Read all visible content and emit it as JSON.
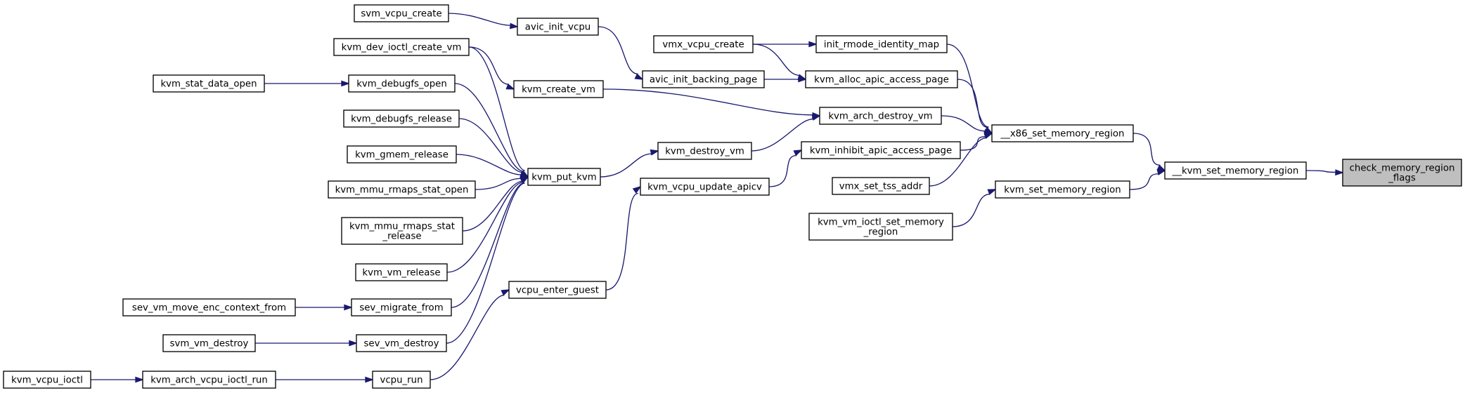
{
  "nodes": [
    {
      "id": "n0",
      "label": [
        "check_memory_region",
        "_flags"
      ],
      "root": true
    },
    {
      "id": "n1",
      "label": [
        "__kvm_set_memory_region"
      ]
    },
    {
      "id": "n2",
      "label": [
        "__x86_set_memory_region"
      ]
    },
    {
      "id": "n3",
      "label": [
        "kvm_set_memory_region"
      ]
    },
    {
      "id": "n4",
      "label": [
        "init_rmode_identity_map"
      ]
    },
    {
      "id": "n5",
      "label": [
        "kvm_alloc_apic_access_page"
      ]
    },
    {
      "id": "n6",
      "label": [
        "kvm_arch_destroy_vm"
      ]
    },
    {
      "id": "n7",
      "label": [
        "kvm_inhibit_apic_access_page"
      ]
    },
    {
      "id": "n8",
      "label": [
        "vmx_set_tss_addr"
      ]
    },
    {
      "id": "n9",
      "label": [
        "kvm_vm_ioctl_set_memory",
        "_region"
      ]
    },
    {
      "id": "n10",
      "label": [
        "vmx_vcpu_create"
      ]
    },
    {
      "id": "n11",
      "label": [
        "avic_init_backing_page"
      ]
    },
    {
      "id": "n12",
      "label": [
        "kvm_create_vm"
      ]
    },
    {
      "id": "n13",
      "label": [
        "kvm_destroy_vm"
      ]
    },
    {
      "id": "n14",
      "label": [
        "kvm_vcpu_update_apicv"
      ]
    },
    {
      "id": "n15",
      "label": [
        "avic_init_vcpu"
      ]
    },
    {
      "id": "n16",
      "label": [
        "kvm_put_kvm"
      ]
    },
    {
      "id": "n17",
      "label": [
        "vcpu_enter_guest"
      ]
    },
    {
      "id": "n18",
      "label": [
        "svm_vcpu_create"
      ]
    },
    {
      "id": "n19",
      "label": [
        "kvm_dev_ioctl_create_vm"
      ]
    },
    {
      "id": "n20",
      "label": [
        "kvm_debugfs_open"
      ]
    },
    {
      "id": "n21",
      "label": [
        "kvm_debugfs_release"
      ]
    },
    {
      "id": "n22",
      "label": [
        "kvm_gmem_release"
      ]
    },
    {
      "id": "n23",
      "label": [
        "kvm_mmu_rmaps_stat_open"
      ]
    },
    {
      "id": "n24",
      "label": [
        "kvm_mmu_rmaps_stat",
        "_release"
      ]
    },
    {
      "id": "n25",
      "label": [
        "kvm_vm_release"
      ]
    },
    {
      "id": "n26",
      "label": [
        "sev_migrate_from"
      ]
    },
    {
      "id": "n27",
      "label": [
        "sev_vm_destroy"
      ]
    },
    {
      "id": "n28",
      "label": [
        "vcpu_run"
      ]
    },
    {
      "id": "n29",
      "label": [
        "kvm_stat_data_open"
      ]
    },
    {
      "id": "n30",
      "label": [
        "sev_vm_move_enc_context_from"
      ]
    },
    {
      "id": "n31",
      "label": [
        "svm_vm_destroy"
      ]
    },
    {
      "id": "n32",
      "label": [
        "kvm_arch_vcpu_ioctl_run"
      ]
    },
    {
      "id": "n33",
      "label": [
        "kvm_vcpu_ioctl"
      ]
    }
  ],
  "edges": [
    {
      "from": "n1",
      "to": "n0"
    },
    {
      "from": "n2",
      "to": "n1"
    },
    {
      "from": "n3",
      "to": "n1"
    },
    {
      "from": "n4",
      "to": "n2"
    },
    {
      "from": "n5",
      "to": "n2"
    },
    {
      "from": "n6",
      "to": "n2"
    },
    {
      "from": "n7",
      "to": "n2"
    },
    {
      "from": "n8",
      "to": "n2"
    },
    {
      "from": "n9",
      "to": "n3"
    },
    {
      "from": "n10",
      "to": "n4"
    },
    {
      "from": "n10",
      "to": "n5"
    },
    {
      "from": "n11",
      "to": "n5"
    },
    {
      "from": "n12",
      "to": "n6"
    },
    {
      "from": "n13",
      "to": "n6"
    },
    {
      "from": "n14",
      "to": "n7"
    },
    {
      "from": "n15",
      "to": "n11"
    },
    {
      "from": "n19",
      "to": "n12"
    },
    {
      "from": "n16",
      "to": "n13"
    },
    {
      "from": "n17",
      "to": "n14"
    },
    {
      "from": "n18",
      "to": "n15"
    },
    {
      "from": "n19",
      "to": "n16"
    },
    {
      "from": "n20",
      "to": "n16"
    },
    {
      "from": "n21",
      "to": "n16"
    },
    {
      "from": "n22",
      "to": "n16"
    },
    {
      "from": "n23",
      "to": "n16"
    },
    {
      "from": "n24",
      "to": "n16"
    },
    {
      "from": "n25",
      "to": "n16"
    },
    {
      "from": "n26",
      "to": "n16"
    },
    {
      "from": "n27",
      "to": "n16"
    },
    {
      "from": "n28",
      "to": "n17"
    },
    {
      "from": "n29",
      "to": "n20"
    },
    {
      "from": "n30",
      "to": "n26"
    },
    {
      "from": "n31",
      "to": "n27"
    },
    {
      "from": "n32",
      "to": "n28"
    },
    {
      "from": "n33",
      "to": "n32"
    }
  ],
  "colors": {
    "edge": "#191970",
    "node_border": "#000000",
    "node_fill": "#ffffff",
    "root_fill": "#bfbfbf"
  }
}
